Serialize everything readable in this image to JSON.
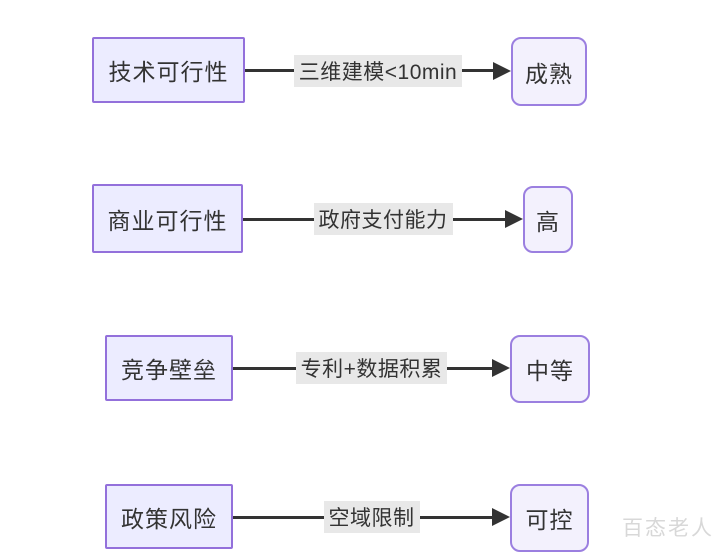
{
  "diagram": {
    "type": "flowchart",
    "rows": [
      {
        "factor": "技术可行性",
        "evidence": "三维建模<10min",
        "result": "成熟"
      },
      {
        "factor": "商业可行性",
        "evidence": "政府支付能力",
        "result": "高"
      },
      {
        "factor": "竞争壁垒",
        "evidence": "专利+数据积累",
        "result": "中等"
      },
      {
        "factor": "政策风险",
        "evidence": "空域限制",
        "result": "可控"
      }
    ]
  },
  "watermark": {
    "text": "百态老人"
  },
  "colors": {
    "factor_fill": "#ececff",
    "factor_border": "#9370db",
    "result_fill": "#f3f1fd",
    "result_border": "#9b7fe0",
    "edge": "#333333",
    "edge_label_bg": "#e8e8e8",
    "text": "#333333",
    "watermark": "#d8d8d8",
    "background": "#ffffff"
  }
}
